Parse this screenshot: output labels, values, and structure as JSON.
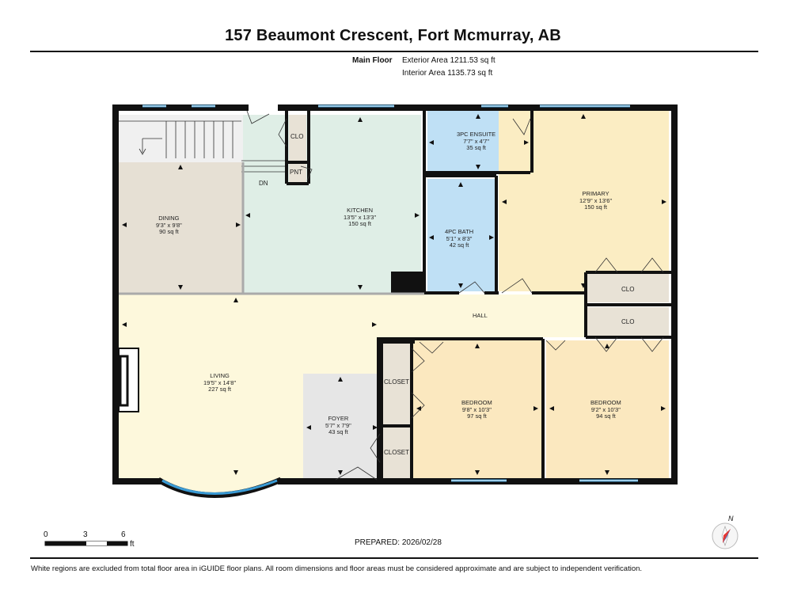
{
  "header": {
    "title": "157 Beaumont Crescent, Fort Mcmurray, AB",
    "floor_label": "Main Floor",
    "exterior_area": "Exterior Area 1211.53 sq ft",
    "interior_area": "Interior Area 1135.73 sq ft"
  },
  "rooms": {
    "dining": {
      "name": "DINING",
      "dims": "9'3\" x 9'8\"",
      "area": "90 sq ft"
    },
    "kitchen": {
      "name": "KITCHEN",
      "dims": "13'5\" x 13'3\"",
      "area": "150 sq ft"
    },
    "ensuite": {
      "name": "3PC ENSUITE",
      "dims": "7'7\" x 4'7\"",
      "area": "35 sq ft"
    },
    "primary": {
      "name": "PRIMARY",
      "dims": "12'9\" x 13'6\"",
      "area": "150 sq ft"
    },
    "bath": {
      "name": "4PC BATH",
      "dims": "5'1\" x 8'3\"",
      "area": "42 sq ft"
    },
    "living": {
      "name": "LIVING",
      "dims": "19'5\" x 14'8\"",
      "area": "227 sq ft"
    },
    "foyer": {
      "name": "FOYER",
      "dims": "5'7\" x 7'9\"",
      "area": "43 sq ft"
    },
    "bedroom1": {
      "name": "BEDROOM",
      "dims": "9'8\" x 10'3\"",
      "area": "97 sq ft"
    },
    "bedroom2": {
      "name": "BEDROOM",
      "dims": "9'2\" x 10'3\"",
      "area": "94 sq ft"
    },
    "hall": {
      "name": "HALL"
    }
  },
  "closets": {
    "clo_top": "CLO",
    "pnt": "PNT",
    "dn": "DN",
    "clo_right1": "CLO",
    "clo_right2": "CLO",
    "closet1": "CLOSET",
    "closet2": "CLOSET"
  },
  "scale": {
    "zero": "0",
    "three": "3",
    "six": "6",
    "unit": "ft"
  },
  "compass": {
    "north": "N"
  },
  "footer": {
    "prepared": "PREPARED: 2026/02/28",
    "disclaimer": "White regions are excluded from total floor area in iGUIDE floor plans. All room dimensions and floor areas must be considered approximate and are subject to independent verification."
  },
  "colors": {
    "wall": "#111111",
    "window": "#3a9bd5",
    "dining": "#e6e0d4",
    "kitchen": "#dfeee6",
    "ensuite": "#bfe0f5",
    "primary": "#fbedc3",
    "living": "#fdf8dc",
    "foyer": "#e6e6e6",
    "bedroom": "#fbe8bf",
    "closet": "#e8e2d6"
  }
}
